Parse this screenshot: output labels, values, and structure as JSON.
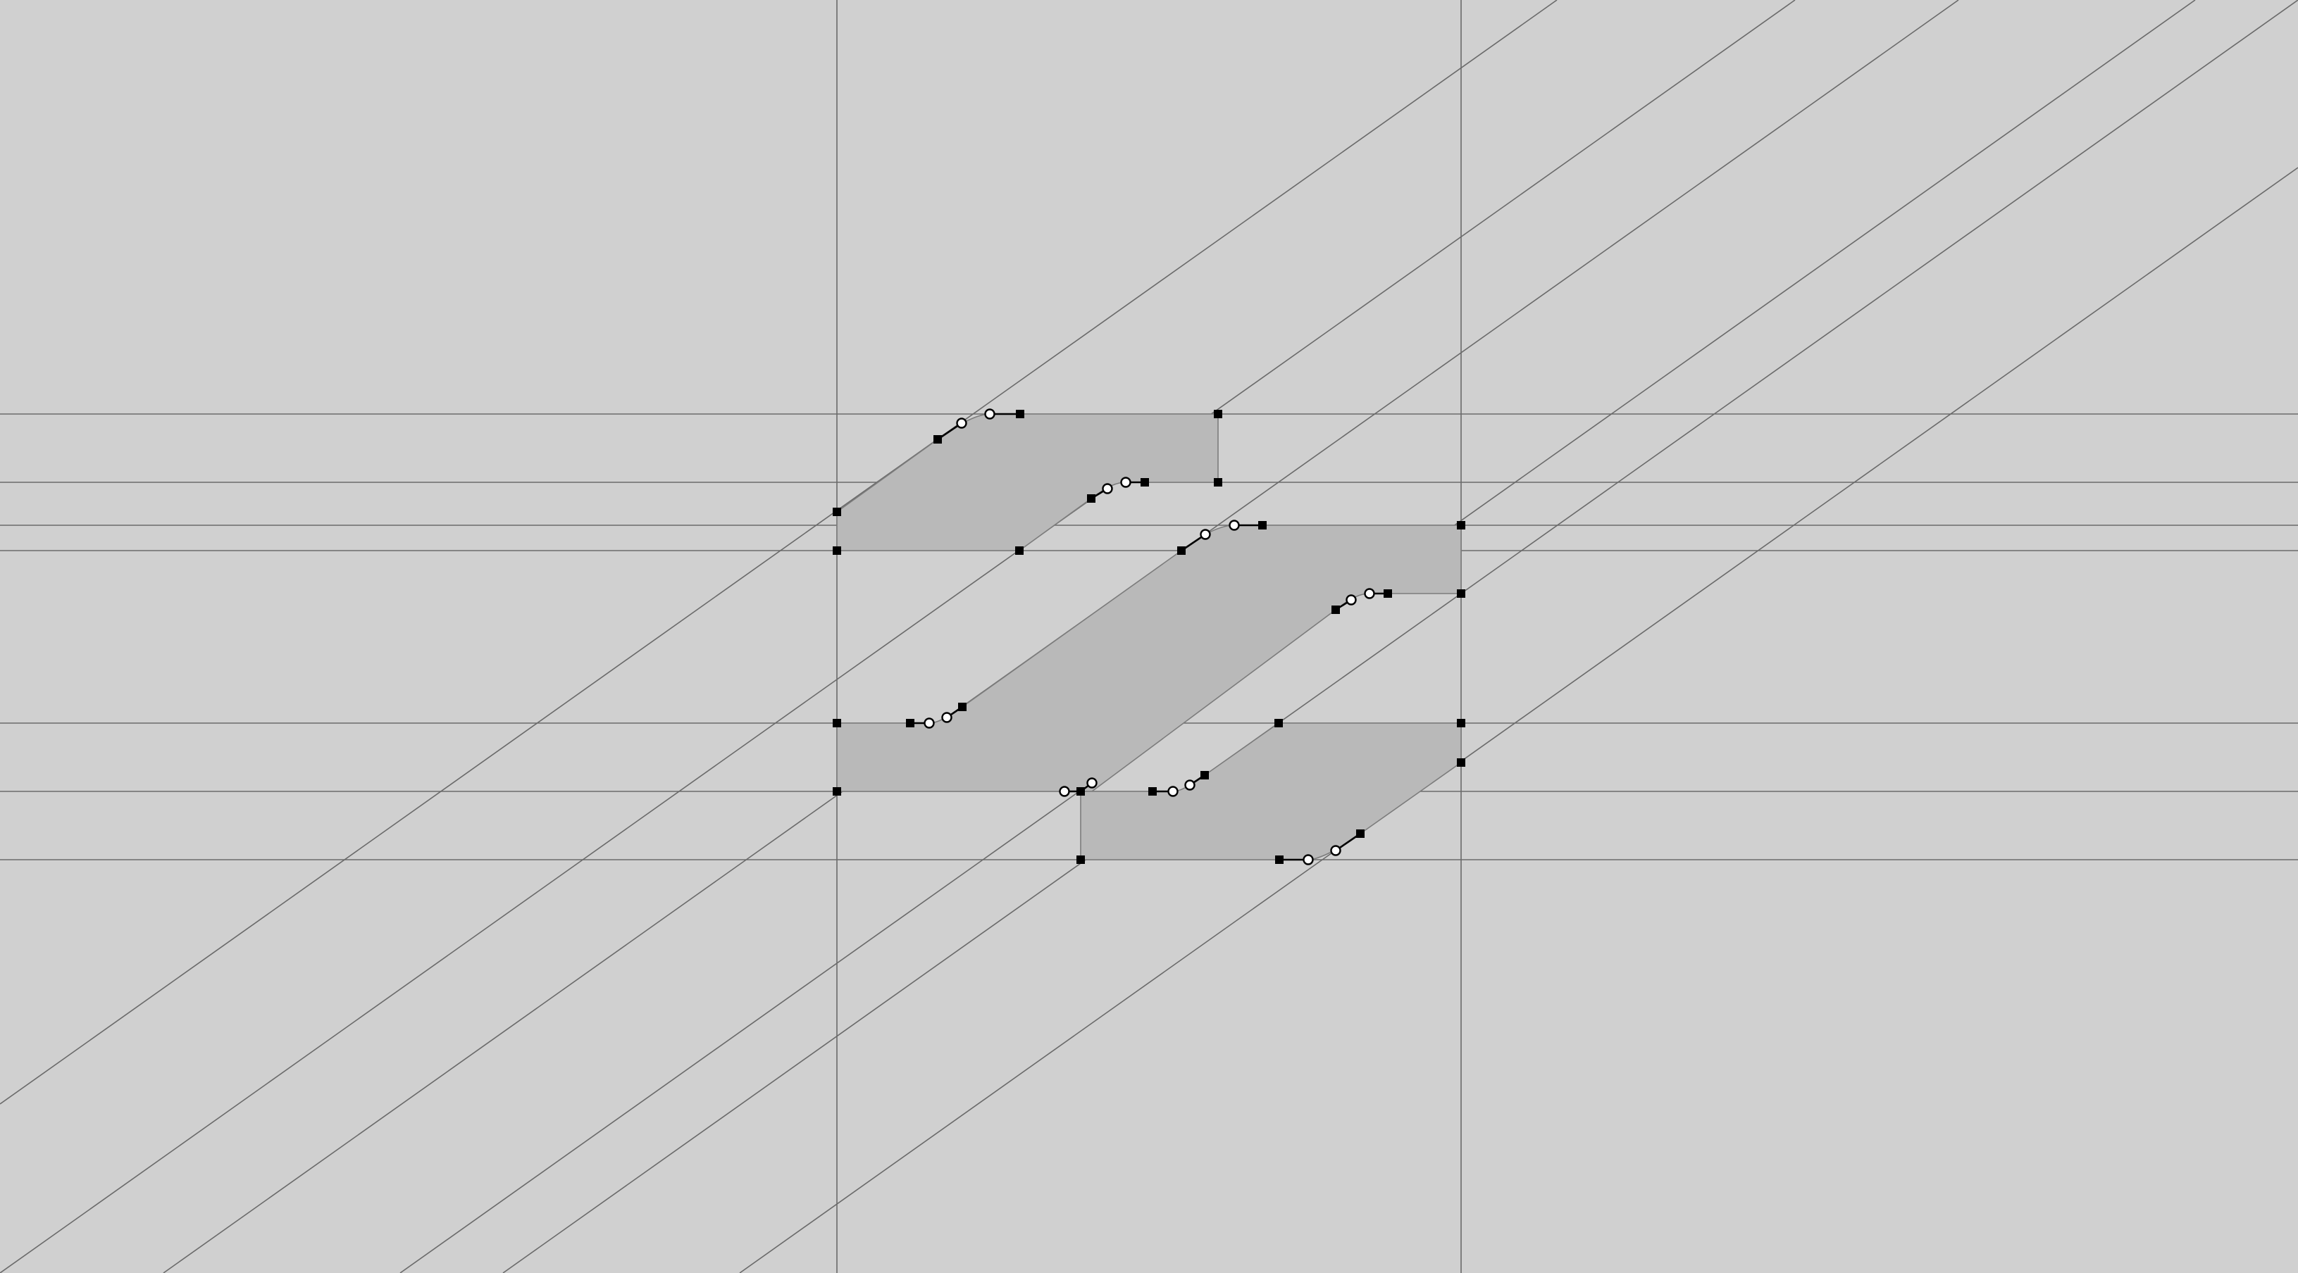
{
  "canvas": {
    "background": "#d0d0d0",
    "description_color_shape": "#b9b9b9",
    "guide_color": "#6a6a6a"
  },
  "layers": {
    "guides": "guide-lines",
    "shapes": "logo-shapes",
    "points": "bezier-points"
  }
}
